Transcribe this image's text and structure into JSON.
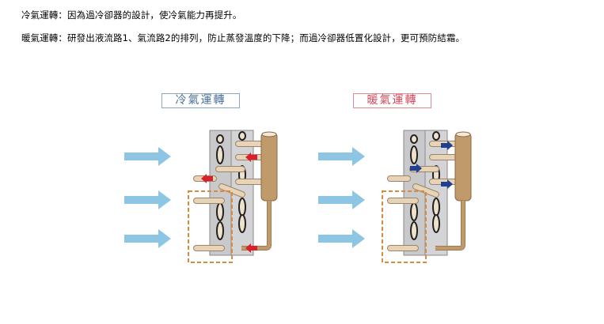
{
  "description": {
    "cooling": {
      "label": "冷氣運轉",
      "separator": "：",
      "text": "因為過冷卻器的設計，使冷氣能力再提升。"
    },
    "heating": {
      "label": "暖氣運轉",
      "separator": "：",
      "text": "研發出液流路1、氣流路2的排列，防止蒸發溫度的下降；而過冷卻器低置化設計，更可預防結霜。"
    }
  },
  "diagrams": [
    {
      "mode_label": "冷氣運轉",
      "label_color": "#4a6f96",
      "label_border": "#8aa7c4",
      "refrigerant_flow_arrow_color": "#d9202c",
      "refrigerant_flow_direction": "left"
    },
    {
      "mode_label": "暖氣運轉",
      "label_color": "#d2485a",
      "label_border": "#e08a94",
      "refrigerant_flow_arrow_color": "#1f3f8f",
      "refrigerant_flow_direction": "right"
    }
  ],
  "colors": {
    "airflow_arrow": "#8cc6e4",
    "coil_fin": "#c9c9cc",
    "tube": "#e6d3b8",
    "header_pipe": "#c19a6b",
    "subcooler_outline": "#d98a3d"
  }
}
